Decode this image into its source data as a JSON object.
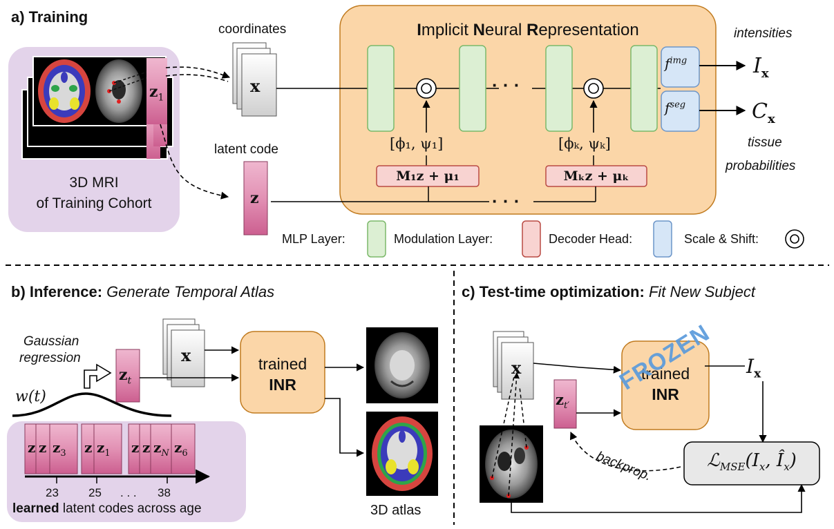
{
  "sections": {
    "training": {
      "label": "a) Training"
    },
    "inference": {
      "label": "b) Inference:",
      "subtitle": "Generate Temporal Atlas"
    },
    "tto": {
      "label": "c) Test-time optimization:",
      "subtitle": "Fit New Subject"
    }
  },
  "training": {
    "coordinates_label": "coordinates",
    "coord_symbol": "x",
    "latent_code_label": "latent code",
    "latent_symbol": "z",
    "cohort_line1": "3D MRI",
    "cohort_line2": "of Training Cohort",
    "cohort_latent": "z",
    "cohort_latent_sub": "1",
    "inr_title": "Implicit Neural Representation",
    "inr_letters": [
      "I",
      "N",
      "R"
    ],
    "inr_rest": [
      "mplicit ",
      "eural ",
      "epresentation"
    ],
    "dots": "· · ·",
    "phi1": "[ϕ₁, ψ₁]",
    "phik": "[ϕₖ, ψₖ]",
    "mod1": "M₁z + μ₁",
    "modk": "Mₖz + μₖ",
    "head_img": "img",
    "head_seg": "seg",
    "out_intensity": "I",
    "out_seg": "C",
    "out_sub": "x",
    "intensities_label": "intensities",
    "tissue_label": "tissue",
    "probabilities_label": "probabilities"
  },
  "legend": {
    "mlp": "MLP Layer:",
    "modulation": "Modulation Layer:",
    "decoder": "Decoder Head:",
    "scale_shift": "Scale & Shift:"
  },
  "inference": {
    "gaussian_line1": "Gaussian",
    "gaussian_line2": "regression",
    "weight_func": "w(t)",
    "zt": "z",
    "zt_sub": "t",
    "coord_symbol": "x",
    "inr_line1": "trained",
    "inr_line2": "INR",
    "codes": [
      {
        "z": "z",
        "sub": ""
      },
      {
        "z": "z",
        "sub": ""
      },
      {
        "z": "z",
        "sub": "3"
      },
      {
        "z": "z",
        "sub": ""
      },
      {
        "z": "z",
        "sub": "1"
      },
      {
        "z": "z",
        "sub": ""
      },
      {
        "z": "z",
        "sub": ""
      },
      {
        "z": "z",
        "sub": "N"
      },
      {
        "z": "z",
        "sub": "6"
      }
    ],
    "ticks": [
      "23",
      "25",
      ". . .",
      "38"
    ],
    "learned_bold": "learned",
    "learned_rest": " latent codes across age",
    "atlas_label": "3D atlas"
  },
  "tto": {
    "coord_symbol": "x",
    "zt": "z",
    "zt_sub": "t′",
    "inr_line1": "trained",
    "inr_line2": "INR",
    "frozen": "FROZEN",
    "out_intensity": "I",
    "out_sub": "x",
    "backprop": "backprop.",
    "loss": "ℒ",
    "loss_sub": "MSE",
    "loss_args": "(I",
    "loss_args2": ", Î",
    "loss_args3": ")"
  },
  "colors": {
    "purple_bg": "#e3d3ea",
    "orange_bg": "#fbd6a8",
    "orange_border": "#c07a1e",
    "mlp_fill": "#dcefd3",
    "mlp_border": "#7bb86a",
    "mod_fill": "#f8d3d1",
    "mod_border": "#b94a43",
    "head_fill": "#d6e6f7",
    "head_border": "#6c95c8",
    "latent_pink": "#d77fa6",
    "frozen_blue": "#5b9bdc"
  }
}
